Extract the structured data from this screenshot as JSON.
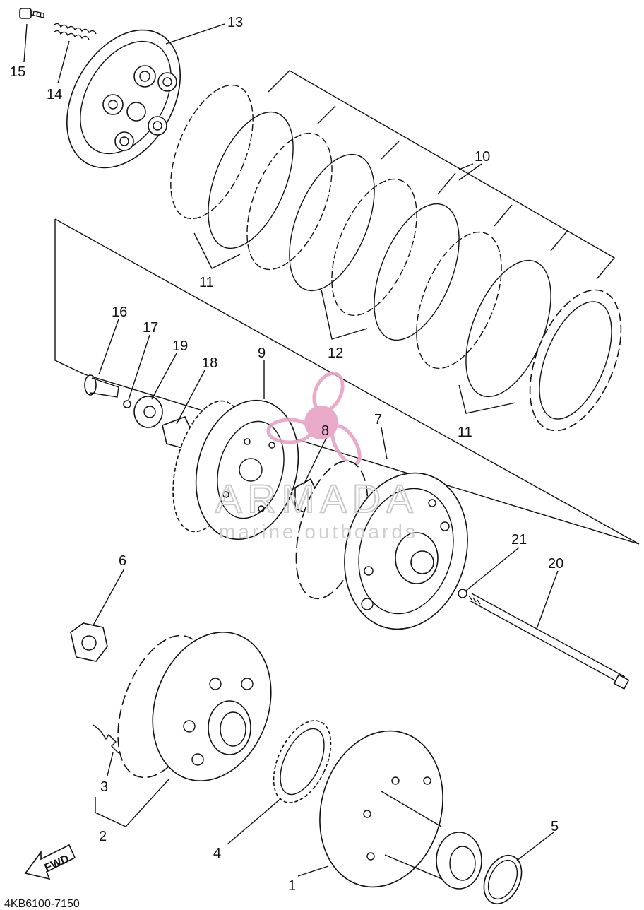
{
  "diagram_code": "4KB6100-7150",
  "watermark": {
    "title": "ARMADA",
    "subtitle": "marine outboards"
  },
  "direction_label": "FWD",
  "labels": {
    "n1": "1",
    "n2": "2",
    "n3": "3",
    "n4": "4",
    "n5": "5",
    "n6": "6",
    "n7": "7",
    "n8": "8",
    "n9": "9",
    "n10": "10",
    "n11a": "11",
    "n11b": "11",
    "n12": "12",
    "n13": "13",
    "n14": "14",
    "n15": "15",
    "n16": "16",
    "n17": "17",
    "n18": "18",
    "n19": "19",
    "n20": "20",
    "n21": "21"
  },
  "colors": {
    "line": "#111111",
    "watermark": "#c9c9c9",
    "logo_pink": "#e8a3c6",
    "logo_pink_dark": "#e07fb0"
  }
}
